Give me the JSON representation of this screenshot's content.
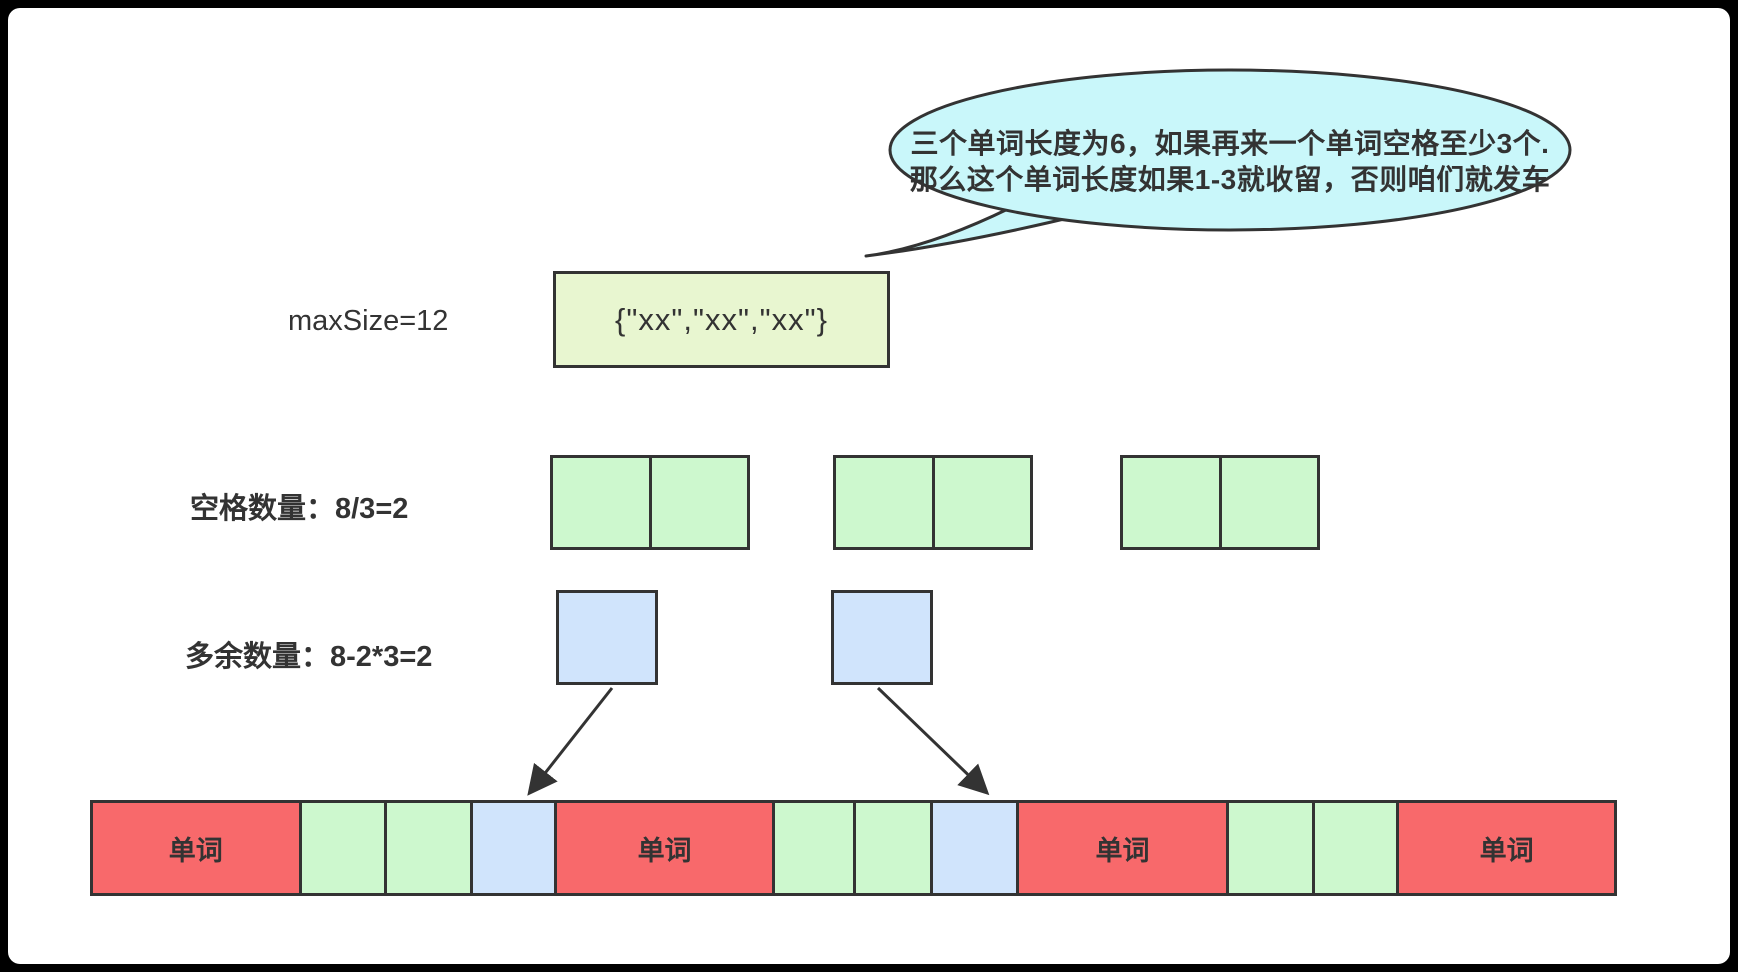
{
  "bubble": {
    "line1": "三个单词长度为6，如果再来一个单词空格至少3个.",
    "line2": "那么这个单词长度如果1-3就收留，否则咱们就发车"
  },
  "max_size": {
    "label": "maxSize=12"
  },
  "array_box": {
    "text": "{\"xx\",\"xx\",\"xx\"}"
  },
  "space_row": {
    "label": "空格数量：8/3=2"
  },
  "extra_row": {
    "label": "多余数量：8-2*3=2"
  },
  "bar": {
    "cells": [
      {
        "type": "word",
        "label": "单词",
        "width": 182
      },
      {
        "type": "space",
        "label": "",
        "width": 99
      },
      {
        "type": "space",
        "label": "",
        "width": 99
      },
      {
        "type": "extra",
        "label": "",
        "width": 98
      },
      {
        "type": "word",
        "label": "单词",
        "width": 193
      },
      {
        "type": "space",
        "label": "",
        "width": 94
      },
      {
        "type": "space",
        "label": "",
        "width": 89
      },
      {
        "type": "extra",
        "label": "",
        "width": 99
      },
      {
        "type": "word",
        "label": "单词",
        "width": 184
      },
      {
        "type": "space",
        "label": "",
        "width": 99
      },
      {
        "type": "space",
        "label": "",
        "width": 98
      },
      {
        "type": "word",
        "label": "单词",
        "width": 193
      }
    ]
  },
  "colors": {
    "word_fill": "#F8696B",
    "space_fill": "#CDF8CE",
    "extra_fill": "#D0E4FC",
    "array_box_fill": "#E8F6D0",
    "bubble_fill": "#C9F7FA",
    "stroke": "#333333",
    "text_color": "#333333"
  }
}
